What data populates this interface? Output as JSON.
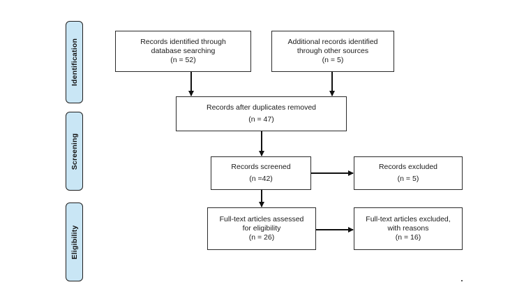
{
  "phases": {
    "identification": "Identification",
    "screening": "Screening",
    "eligibility": "Eligibility"
  },
  "boxes": {
    "database_search": {
      "line1": "Records identified through",
      "line2": "database searching",
      "line3": "(n = 52)"
    },
    "other_sources": {
      "line1": "Additional records identified",
      "line2": "through other sources",
      "line3": "(n = 5)"
    },
    "duplicates_removed": {
      "line1": "Records after duplicates removed",
      "line2": "(n = 47)"
    },
    "screened": {
      "line1": "Records screened",
      "line2": "(n =42)"
    },
    "excluded": {
      "line1": "Records excluded",
      "line2": "(n = 5)"
    },
    "fulltext_assessed": {
      "line1": "Full-text articles assessed",
      "line2": "for eligibility",
      "line3": "(n = 26)"
    },
    "fulltext_excluded": {
      "line1": "Full-text articles excluded,",
      "line2": "with reasons",
      "line3": "(n = 16)"
    }
  },
  "colors": {
    "phase_fill": "#c9e6f5",
    "border": "#1e1e1e",
    "arrow": "#111111"
  }
}
